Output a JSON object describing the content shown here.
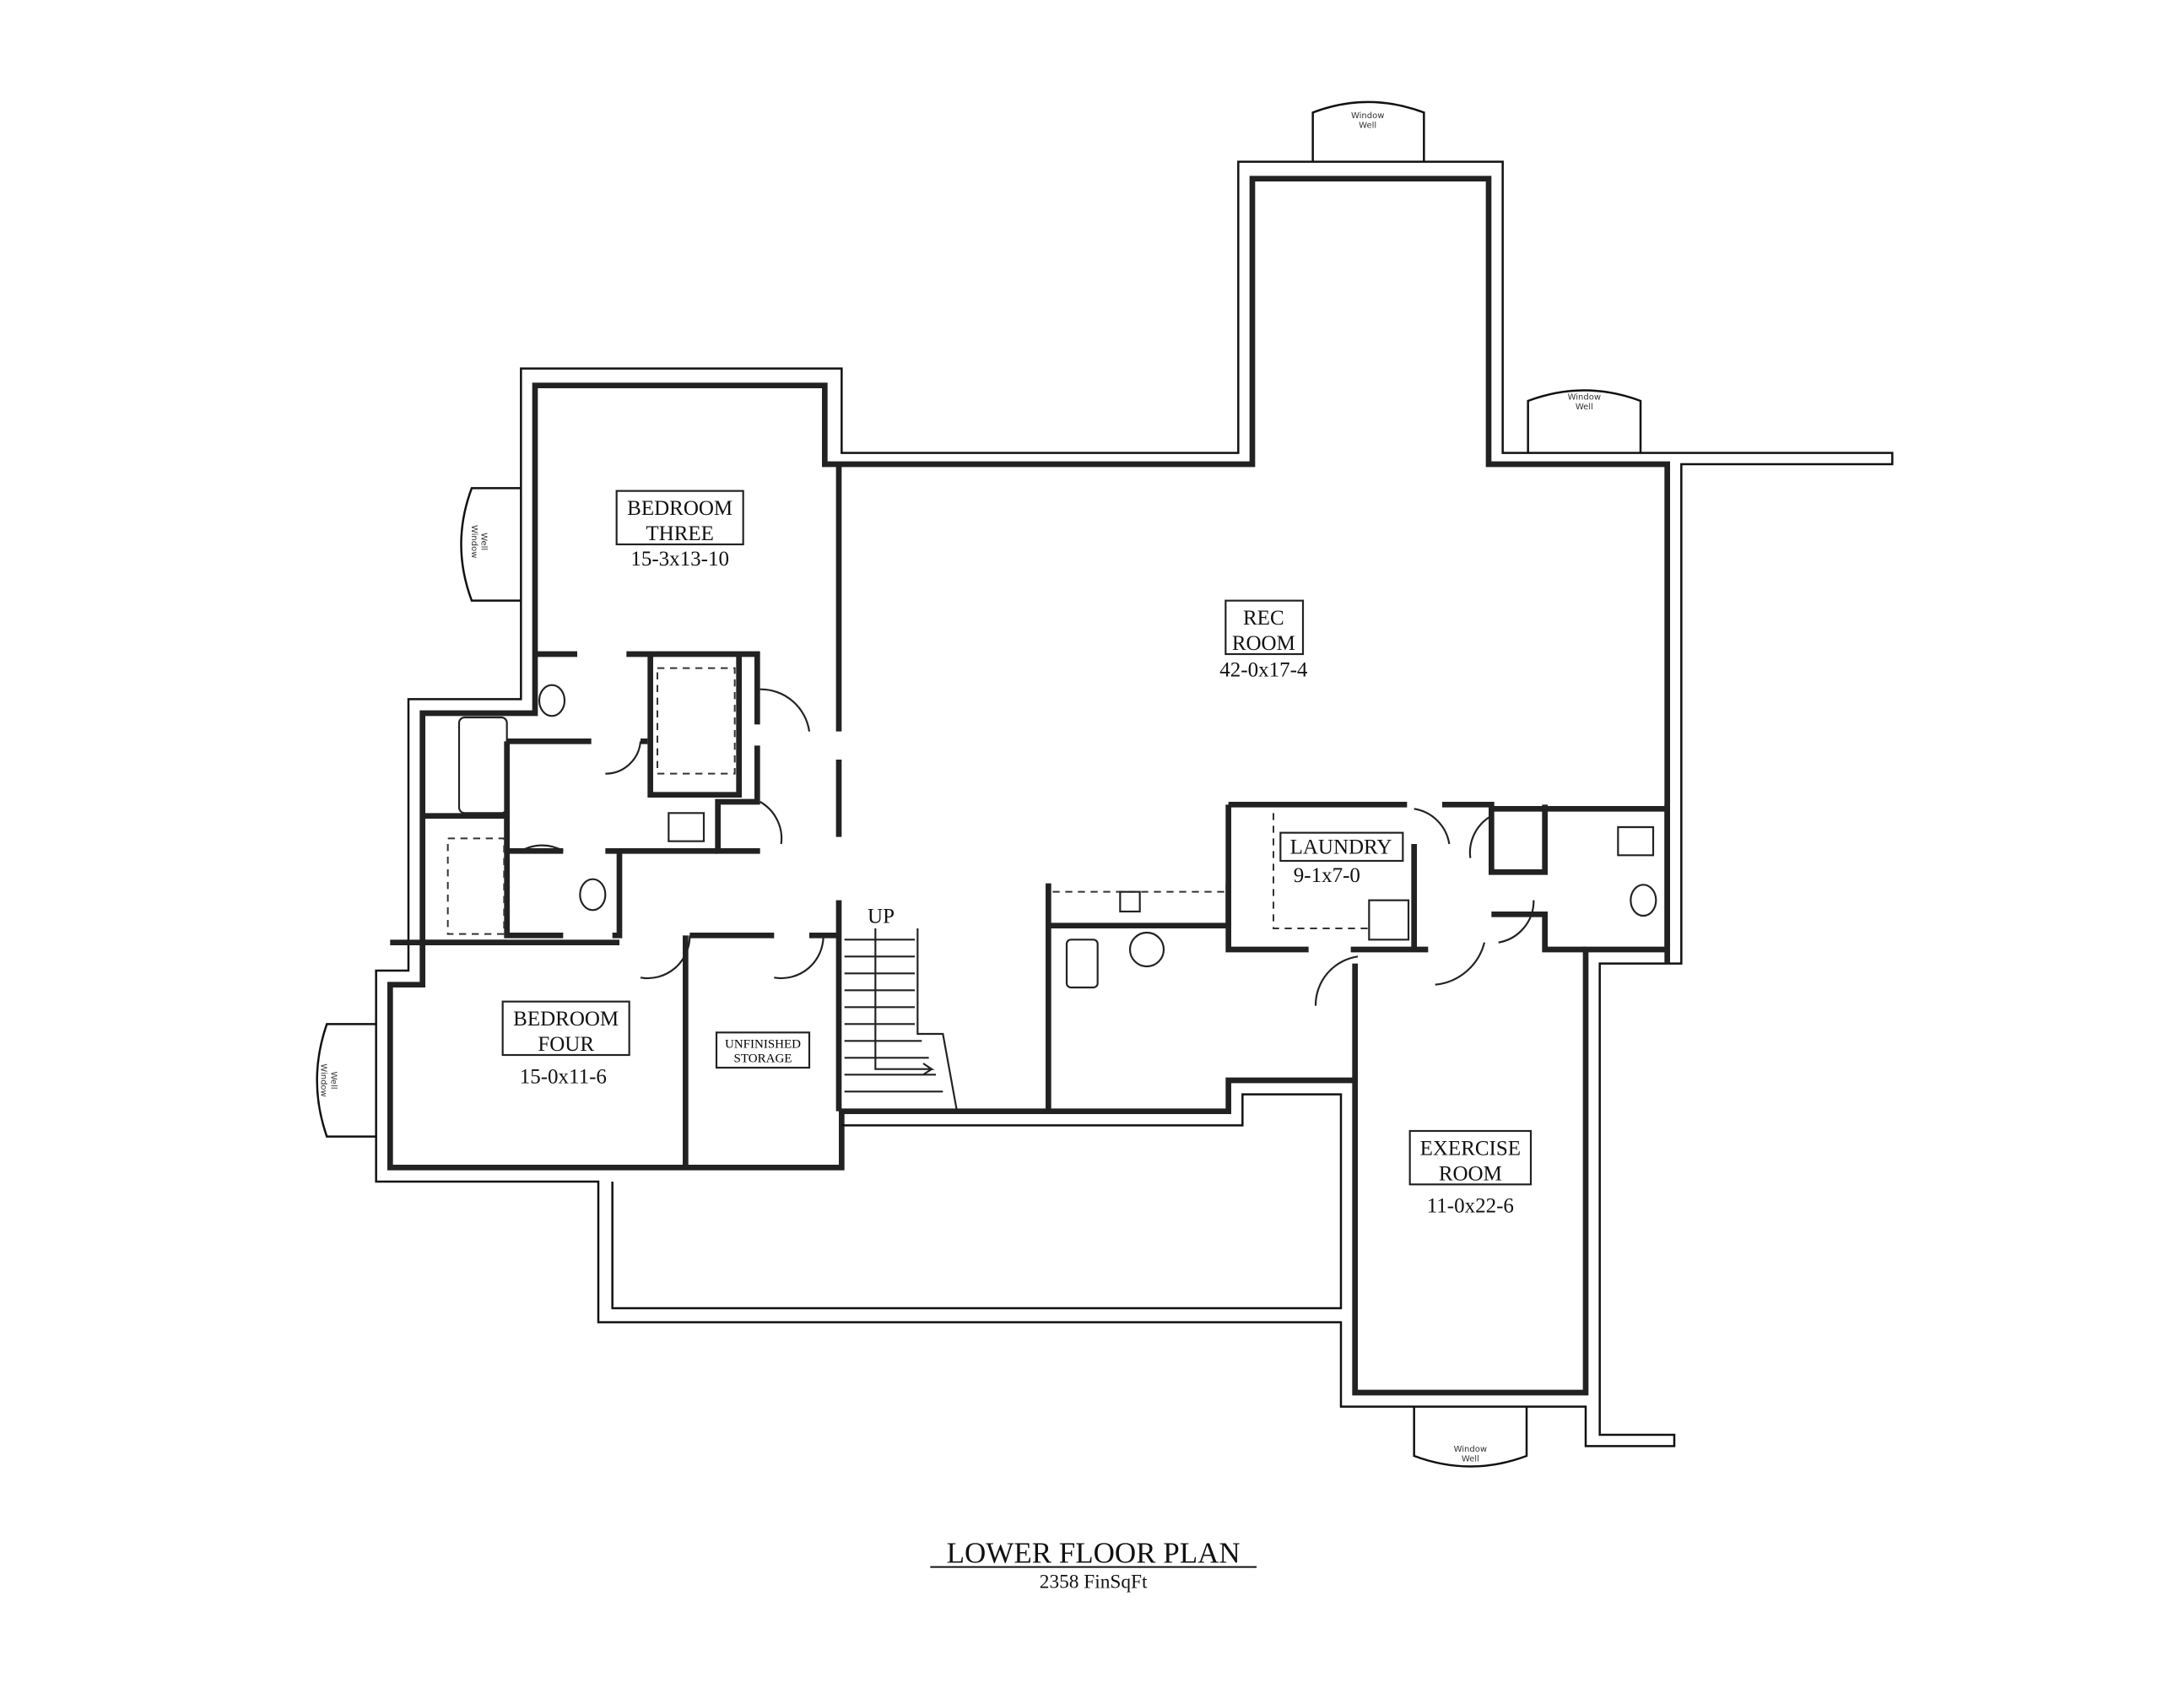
{
  "rooms": {
    "bedroom_three": {
      "name_line1": "BEDROOM",
      "name_line2": "THREE",
      "size": "15-3x13-10"
    },
    "rec_room": {
      "name_line1": "REC",
      "name_line2": "ROOM",
      "size": "42-0x17-4"
    },
    "laundry": {
      "name": "LAUNDRY",
      "size": "9-1x7-0"
    },
    "bedroom_four": {
      "name_line1": "BEDROOM",
      "name_line2": "FOUR",
      "size": "15-0x11-6"
    },
    "storage": {
      "name_line1": "UNFINISHED",
      "name_line2": "STORAGE"
    },
    "exercise_room": {
      "name_line1": "EXERCISE",
      "name_line2": "ROOM",
      "size": "11-0x22-6"
    }
  },
  "stairs_label": "UP",
  "window_well": {
    "line1": "Window",
    "line2": "Well"
  },
  "title": "LOWER FLOOR PLAN",
  "subtitle": "2358 FinSqFt"
}
